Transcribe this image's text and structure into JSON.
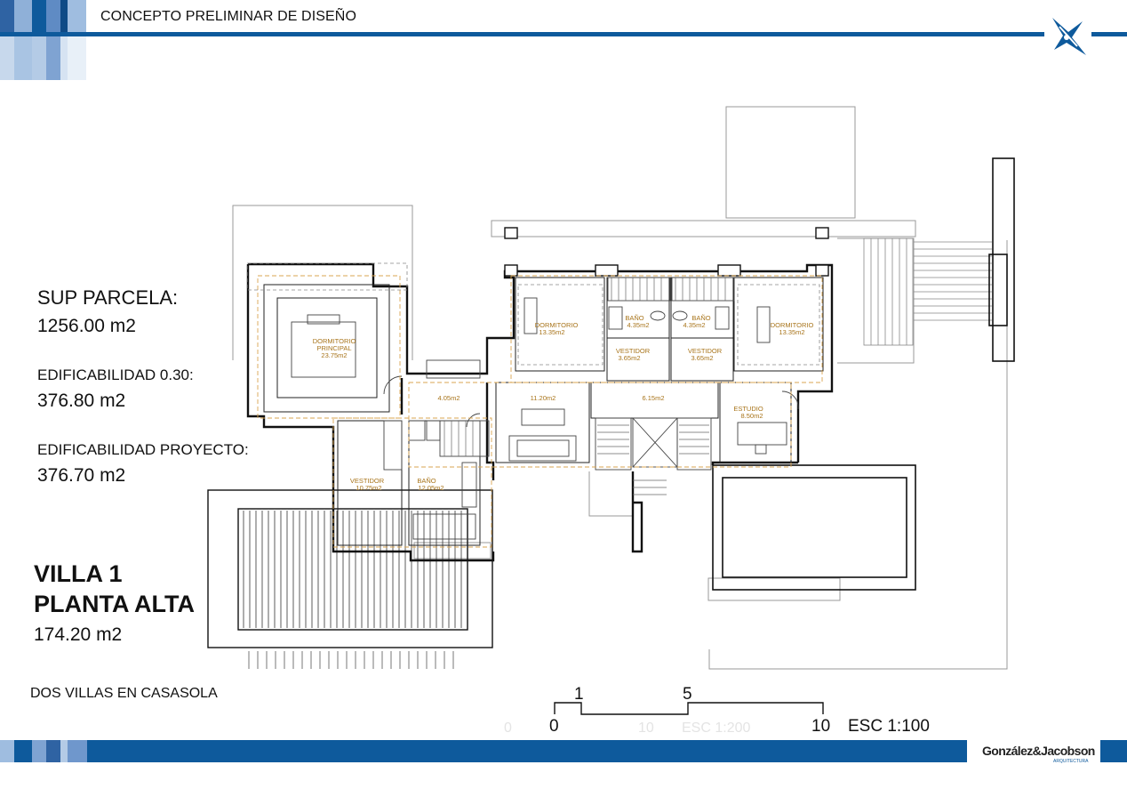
{
  "header": {
    "title": "CONCEPTO PRELIMINAR DE DISEÑO"
  },
  "colors": {
    "brand_blue": "#0e5a9c",
    "light_blue": "#bcd0e6",
    "room_label": "#a8741a",
    "wall": "#111111"
  },
  "stats": {
    "sup_parcela_label": "SUP PARCELA:",
    "sup_parcela_value": "1256.00 m2",
    "edificabilidad_label": "EDIFICABILIDAD 0.30:",
    "edificabilidad_value": "376.80 m2",
    "edificabilidad_proyecto_label": "EDIFICABILIDAD PROYECTO:",
    "edificabilidad_proyecto_value": "376.70 m2"
  },
  "villa": {
    "title_line1": "VILLA 1",
    "title_line2": "PLANTA ALTA",
    "area": "174.20 m2"
  },
  "project_name": "DOS VILLAS EN CASASOLA",
  "rooms": {
    "dormitorio_principal_name": "DORMITORIO",
    "dormitorio_principal_name2": "PRINCIPAL",
    "dormitorio_principal_area": "23.75m2",
    "dormitorio_a_name": "DORMITORIO",
    "dormitorio_a_area": "13.35m2",
    "bano_a_name": "BAÑO",
    "bano_a_area": "4.35m2",
    "bano_b_name": "BAÑO",
    "bano_b_area": "4.35m2",
    "dormitorio_b_name": "DORMITORIO",
    "dormitorio_b_area": "13.35m2",
    "vestidor_a_name": "VESTIDOR",
    "vestidor_a_area": "3.65m2",
    "vestidor_b_name": "VESTIDOR",
    "vestidor_b_area": "3.65m2",
    "hall_area": "4.05m2",
    "living_area": "11.20m2",
    "pasillo_area": "6.15m2",
    "estudio_name": "ESTUDIO",
    "estudio_area": "8.50m2",
    "vestidor_principal_name": "VESTIDOR",
    "vestidor_principal_area": "10.75m2",
    "bano_principal_name": "BAÑO",
    "bano_principal_area": "12.05m2"
  },
  "scale_bar": {
    "tick_0": "0",
    "tick_1": "1",
    "tick_5": "5",
    "tick_10": "10",
    "label": "ESC 1:100",
    "ghost_0": "0",
    "ghost_10": "10",
    "ghost_label": "ESC 1:200"
  },
  "footer": {
    "firm": "González&Jacobson",
    "firm_sub": "ARQUITECTURA"
  }
}
